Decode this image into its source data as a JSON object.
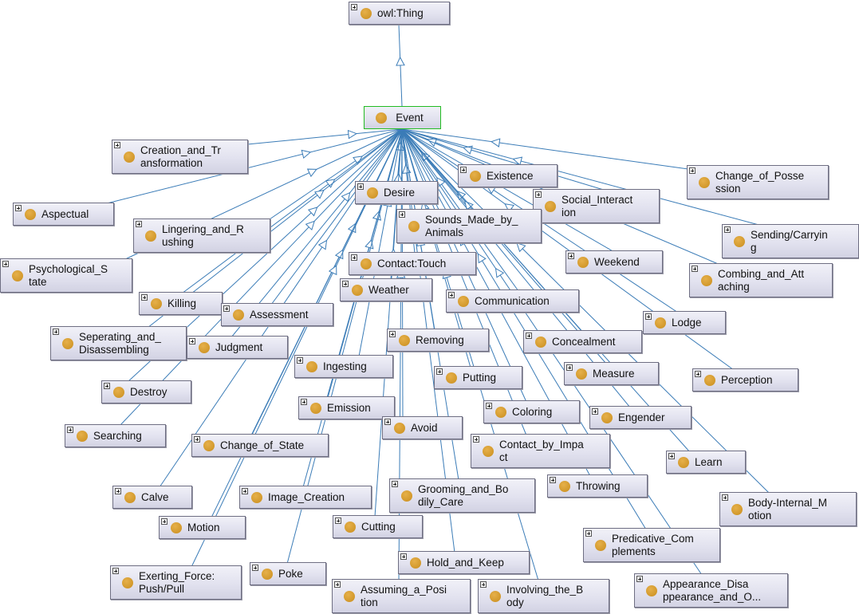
{
  "graph": {
    "root": "owl:Thing",
    "focus": "Event",
    "class_icon": "orange-class-circle-icon",
    "expand_icon": "plus-expand-icon",
    "edge_color": "#3b7cb7",
    "node_fill": "#e2e2ef",
    "selected_border": "#22bb22",
    "nodes": [
      {
        "id": "owl_thing",
        "label": "owl:Thing"
      },
      {
        "id": "event",
        "label": "Event",
        "selected": true
      },
      {
        "id": "creation",
        "label": "Creation_and_Tr\nansformation"
      },
      {
        "id": "aspectual",
        "label": "Aspectual"
      },
      {
        "id": "psych",
        "label": "Psychological_S\ntate"
      },
      {
        "id": "lingering",
        "label": "Lingering_and_R\nushing"
      },
      {
        "id": "desire",
        "label": "Desire"
      },
      {
        "id": "existence",
        "label": "Existence"
      },
      {
        "id": "change_possession",
        "label": "Change_of_Posse\nssion"
      },
      {
        "id": "social",
        "label": "Social_Interact\nion"
      },
      {
        "id": "sounds",
        "label": "Sounds_Made_by_\nAnimals"
      },
      {
        "id": "sending",
        "label": "Sending/Carryin\ng"
      },
      {
        "id": "contact_touch",
        "label": "Contact:Touch"
      },
      {
        "id": "weekend",
        "label": "Weekend"
      },
      {
        "id": "combing",
        "label": "Combing_and_Att\naching"
      },
      {
        "id": "killing",
        "label": "Killing"
      },
      {
        "id": "weather",
        "label": "Weather"
      },
      {
        "id": "communication",
        "label": "Communication"
      },
      {
        "id": "assessment",
        "label": "Assessment"
      },
      {
        "id": "lodge",
        "label": "Lodge"
      },
      {
        "id": "seperating",
        "label": "Seperating_and_\nDisassembling"
      },
      {
        "id": "judgment",
        "label": "Judgment"
      },
      {
        "id": "removing",
        "label": "Removing"
      },
      {
        "id": "concealment",
        "label": "Concealment"
      },
      {
        "id": "ingesting",
        "label": "Ingesting"
      },
      {
        "id": "measure",
        "label": "Measure"
      },
      {
        "id": "perception",
        "label": "Perception"
      },
      {
        "id": "putting",
        "label": "Putting"
      },
      {
        "id": "destroy",
        "label": "Destroy"
      },
      {
        "id": "emission",
        "label": "Emission"
      },
      {
        "id": "coloring",
        "label": "Coloring"
      },
      {
        "id": "engender",
        "label": "Engender"
      },
      {
        "id": "avoid",
        "label": "Avoid"
      },
      {
        "id": "searching",
        "label": "Searching"
      },
      {
        "id": "change_state",
        "label": "Change_of_State"
      },
      {
        "id": "contact_impact",
        "label": "Contact_by_Impa\nct"
      },
      {
        "id": "learn",
        "label": "Learn"
      },
      {
        "id": "grooming",
        "label": "Grooming_and_Bo\ndily_Care"
      },
      {
        "id": "throwing",
        "label": "Throwing"
      },
      {
        "id": "calve",
        "label": "Calve"
      },
      {
        "id": "image_creation",
        "label": "Image_Creation"
      },
      {
        "id": "body_internal",
        "label": "Body-Internal_M\notion"
      },
      {
        "id": "motion",
        "label": "Motion"
      },
      {
        "id": "cutting",
        "label": "Cutting"
      },
      {
        "id": "predicative",
        "label": "Predicative_Com\nplements"
      },
      {
        "id": "hold_keep",
        "label": "Hold_and_Keep"
      },
      {
        "id": "exerting",
        "label": "Exerting_Force:\nPush/Pull"
      },
      {
        "id": "poke",
        "label": "Poke"
      },
      {
        "id": "assuming",
        "label": "Assuming_a_Posi\ntion"
      },
      {
        "id": "involving",
        "label": "Involving_the_B\nody"
      },
      {
        "id": "appearance",
        "label": "Appearance_Disa\nppearance_and_O..."
      }
    ]
  }
}
